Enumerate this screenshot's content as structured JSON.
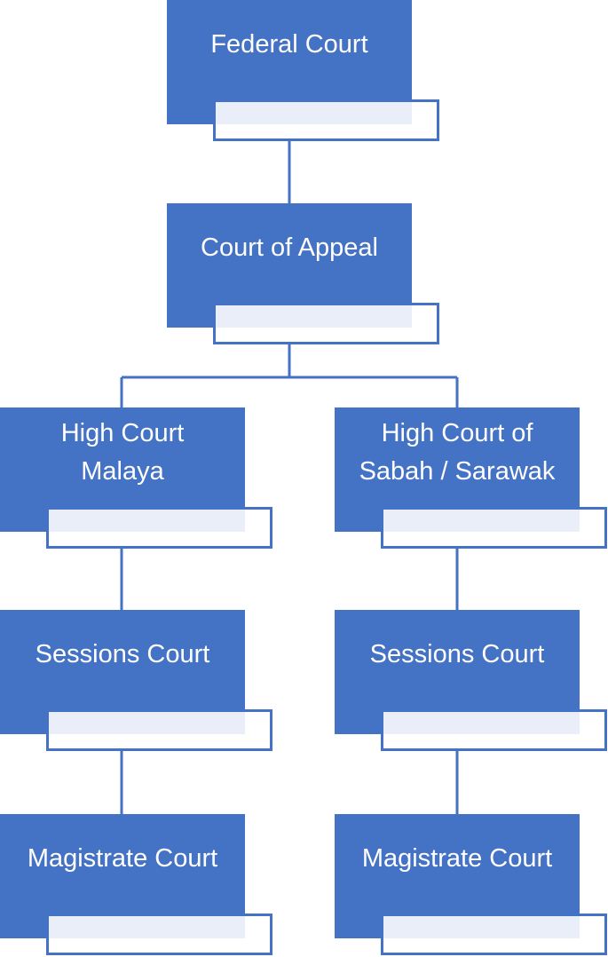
{
  "diagram": {
    "colors": {
      "box_fill": "#4472c4",
      "box_text": "#ffffff",
      "sub_fill": "#e9eef8",
      "connector": "#4472c4"
    },
    "nodes": {
      "federal": {
        "label": "Federal Court"
      },
      "appeal": {
        "label": "Court of Appeal"
      },
      "high_malaya": {
        "label": "High Court\nMalaya"
      },
      "high_sabah": {
        "label": "High Court of\nSabah / Sarawak"
      },
      "sessions_left": {
        "label": "Sessions Court"
      },
      "sessions_right": {
        "label": "Sessions Court"
      },
      "magistrate_left": {
        "label": "Magistrate Court"
      },
      "magistrate_right": {
        "label": "Magistrate Court"
      }
    },
    "edges": [
      {
        "from": "Federal Court",
        "to": "Court of Appeal"
      },
      {
        "from": "Court of Appeal",
        "to": "High Court Malaya"
      },
      {
        "from": "Court of Appeal",
        "to": "High Court of Sabah / Sarawak"
      },
      {
        "from": "High Court Malaya",
        "to": "Sessions Court"
      },
      {
        "from": "High Court of Sabah / Sarawak",
        "to": "Sessions Court"
      },
      {
        "from": "Sessions Court",
        "to": "Magistrate Court"
      },
      {
        "from": "Sessions Court",
        "to": "Magistrate Court"
      }
    ]
  }
}
